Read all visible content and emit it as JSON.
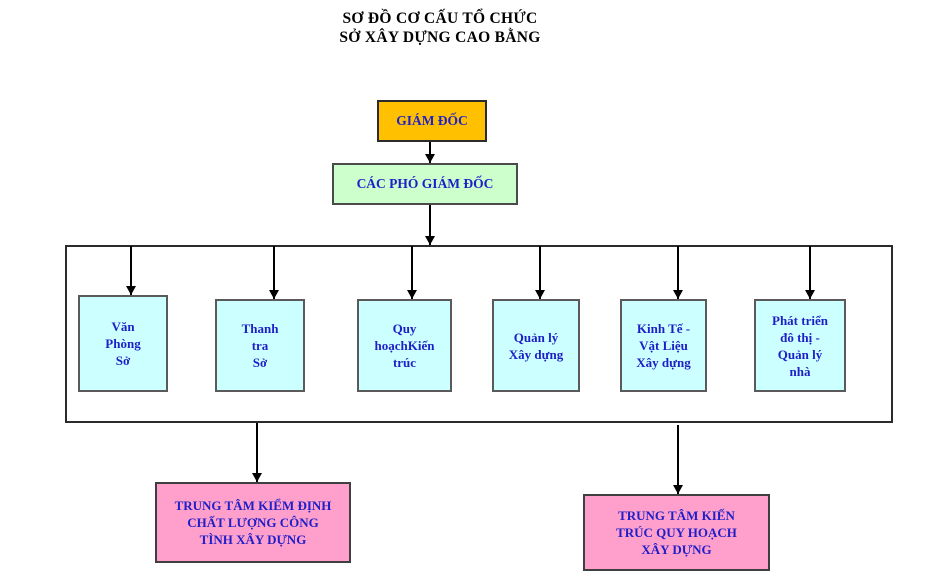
{
  "title": {
    "line1": "SƠ ĐỒ CƠ CẤU TỔ CHỨC",
    "line2": "SỞ XÂY DỰNG CAO BẰNG"
  },
  "director": {
    "label": "GIÁM ĐỐC"
  },
  "deputy": {
    "label": "CÁC PHÓ GIÁM ĐỐC"
  },
  "departments": [
    {
      "label": "Văn\nPhòng\nSở"
    },
    {
      "label": "Thanh\ntra\nSở"
    },
    {
      "label": "Quy\nhoạchKiến\ntrúc"
    },
    {
      "label": "Quản lý\nXây dựng"
    },
    {
      "label": "Kinh Tế  -\nVật Liệu\nXây dựng"
    },
    {
      "label": "Phát triển\nđô thị -\nQuản lý\nnhà"
    }
  ],
  "centers": [
    {
      "label": "TRUNG TÂM KIỂM ĐỊNH\nCHẤT LƯỢNG CÔNG\nTÌNH XÂY DỰNG"
    },
    {
      "label": "TRUNG TÂM KIẾN\nTRÚC QUY HOẠCH\nXÂY DỰNG"
    }
  ],
  "colors": {
    "director_fill": "#FFC000",
    "deputy_fill": "#CCFFCC",
    "department_fill": "#CCFFFF",
    "center_fill": "#FF9FCC",
    "text_blue": "#1F1FC8",
    "title_text": "#000000",
    "line_black": "#000000"
  }
}
